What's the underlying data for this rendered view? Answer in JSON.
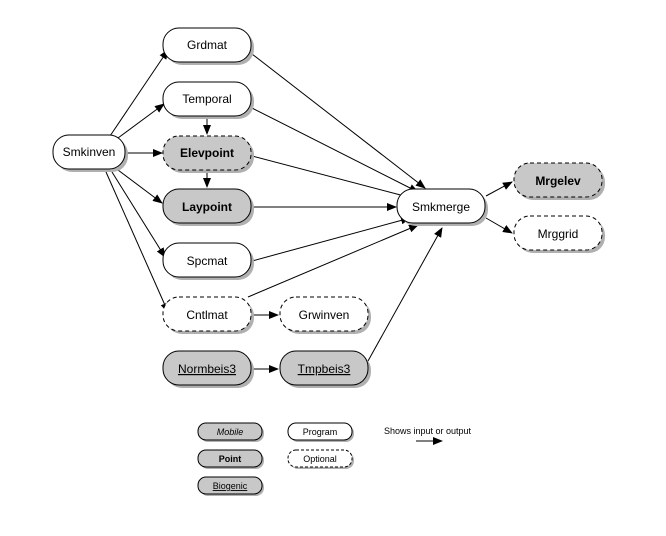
{
  "nodes": {
    "smkinven": {
      "label": "Smkinven"
    },
    "grdmat": {
      "label": "Grdmat"
    },
    "temporal": {
      "label": "Temporal"
    },
    "elevpoint": {
      "label": "Elevpoint"
    },
    "laypoint": {
      "label": "Laypoint"
    },
    "spcmat": {
      "label": "Spcmat"
    },
    "cntlmat": {
      "label": "Cntlmat"
    },
    "grwinven": {
      "label": "Grwinven"
    },
    "normbeis3": {
      "label": "Normbeis3"
    },
    "tmpbeis3": {
      "label": "Tmpbeis3"
    },
    "smkmerge": {
      "label": "Smkmerge"
    },
    "mrgelev": {
      "label": "Mrgelev"
    },
    "mrggrid": {
      "label": "Mrggrid"
    }
  },
  "legend": {
    "mobile": "Mobile",
    "point": "Point",
    "biogenic": "Biogenic",
    "program": "Program",
    "optional": "Optional",
    "arrow_text": "Shows input or output"
  },
  "colors": {
    "gray_fill": "#c8c8c8",
    "white_fill": "#ffffff",
    "stroke": "#000000",
    "shadow": "#b0b0b0"
  }
}
